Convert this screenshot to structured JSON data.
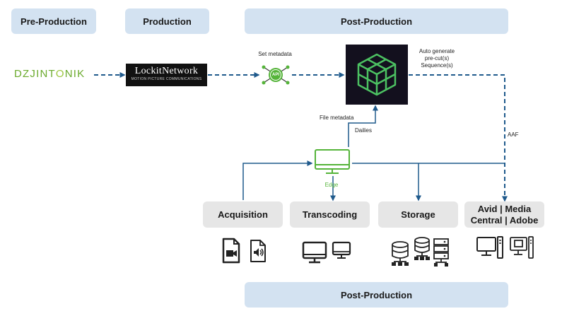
{
  "stages": {
    "pre_production": "Pre-Production",
    "production": "Production",
    "post_production_top": "Post-Production",
    "post_production_bottom": "Post-Production"
  },
  "logos": {
    "dzjintonik": [
      "DZJINT",
      "O",
      "NIK"
    ],
    "lockit_name": "LockitNetwork",
    "lockit_tagline": "MOTION PICTURE COMMUNICATIONS"
  },
  "labels": {
    "set_metadata": "Set metadata",
    "api": "API",
    "auto_generate": [
      "Auto generate",
      "pre-cut(s)",
      "Sequence(s)"
    ],
    "file_metadata": "File metadata",
    "dailies": "Dailies",
    "edge": "Edge",
    "aaf": "AAF"
  },
  "destinations": {
    "acquisition": "Acquisition",
    "transcoding": "Transcoding",
    "storage": "Storage",
    "avid": [
      "Avid | Media",
      "Central | Adobe"
    ]
  },
  "colors": {
    "stage_fill": "#d3e2f1",
    "box_fill": "#e6e6e6",
    "line_color": "#1f5a8c",
    "accent_green": "#55b43a",
    "app_bg": "#13101e"
  },
  "icons": {
    "acquisition": [
      "video-file-icon",
      "audio-file-icon"
    ],
    "transcoding": [
      "monitor-icon",
      "monitor-icon"
    ],
    "storage": [
      "database-network-icon",
      "database-network-icon",
      "server-rack-icon"
    ],
    "avid": [
      "workstation-icon",
      "workstation-icon"
    ]
  }
}
